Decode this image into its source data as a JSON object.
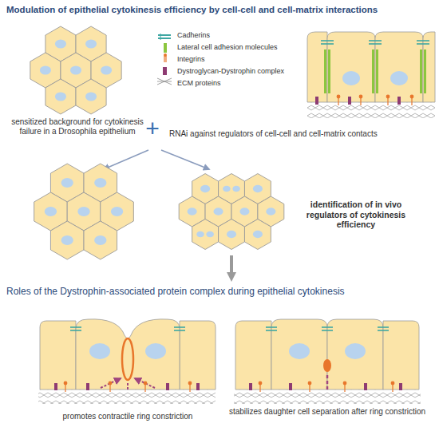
{
  "diagram": {
    "title": "Modulation of epithelial cytokinesis efficiency by cell-cell and cell-matrix interactions",
    "labels": [
      "sensitized background for cytokinesis failure in a Drosophila epithelium",
      "+",
      "RNAi against regulators of cell-cell and cell-matrix contacts",
      "identification of in vivo regulators of cytokinesis efficiency",
      "Roles of the Dystrophin-associated protein complex during epithelial cytokinesis",
      "promotes contractile ring constriction",
      "stabilizes daughter cell separation after ring constriction"
    ],
    "legend": [
      {
        "text": "Cadherins"
      },
      {
        "text": "Lateral cell adhesion molecules",
        "color": "#8cc63f"
      },
      {
        "text": "Integrins"
      },
      {
        "text": "Dystroglycan-Dystrophin complex",
        "color": "#8e3b72"
      },
      {
        "text": "ECM proteins"
      }
    ]
  }
}
